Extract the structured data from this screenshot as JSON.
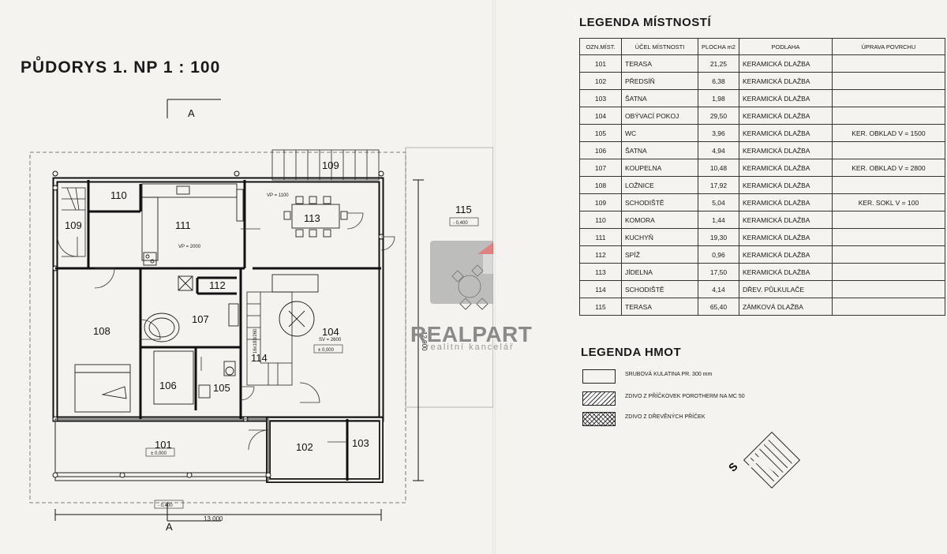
{
  "plan": {
    "title": "PŮDORYS  1. NP   1 : 100",
    "section_label": "A",
    "dimension_width": "13 000",
    "dimension_height": "12 900",
    "notes": {
      "vp_1100": "VP = 1100",
      "vp_2000": "VP = 2000",
      "sv_2600": "SV = 2600",
      "level_0": "± 0,000",
      "level_minus_400": "- 0,400",
      "stair": "16x183/260"
    },
    "rooms": {
      "r101": "101",
      "r102": "102",
      "r103": "103",
      "r104": "104",
      "r105": "105",
      "r106": "106",
      "r107": "107",
      "r108": "108",
      "r109": "109",
      "r109b": "109",
      "r110": "110",
      "r111": "111",
      "r112": "112",
      "r113": "113",
      "r114": "114",
      "r115": "115"
    },
    "compass": "S"
  },
  "watermark": {
    "brand": "REALPART",
    "tagline": "realitní kancelář"
  },
  "room_legend": {
    "title": "LEGENDA MÍSTNOSTÍ",
    "headers": [
      "OZN.MÍST.",
      "ÚČEL MÍSTNOSTI",
      "PLOCHA m2",
      "PODLAHA",
      "ÚPRAVA POVRCHU"
    ],
    "rows": [
      [
        "101",
        "TERASA",
        "21,25",
        "KERAMICKÁ DLAŽBA",
        ""
      ],
      [
        "102",
        "PŘEDSÍŇ",
        "6,38",
        "KERAMICKÁ DLAŽBA",
        ""
      ],
      [
        "103",
        "ŠATNA",
        "1,98",
        "KERAMICKÁ DLAŽBA",
        ""
      ],
      [
        "104",
        "OBÝVACÍ POKOJ",
        "29,50",
        "KERAMICKÁ DLAŽBA",
        ""
      ],
      [
        "105",
        "WC",
        "3,96",
        "KERAMICKÁ DLAŽBA",
        "KER. OBKLAD V = 1500"
      ],
      [
        "106",
        "ŠATNA",
        "4,94",
        "KERAMICKÁ DLAŽBA",
        ""
      ],
      [
        "107",
        "KOUPELNA",
        "10,48",
        "KERAMICKÁ DLAŽBA",
        "KER. OBKLAD V = 2800"
      ],
      [
        "108",
        "LOŽNICE",
        "17,92",
        "KERAMICKÁ DLAŽBA",
        ""
      ],
      [
        "109",
        "SCHODIŠTĚ",
        "5,04",
        "KERAMICKÁ DLAŽBA",
        "KER. SOKL V = 100"
      ],
      [
        "110",
        "KOMORA",
        "1,44",
        "KERAMICKÁ DLAŽBA",
        ""
      ],
      [
        "111",
        "KUCHYŇ",
        "19,30",
        "KERAMICKÁ DLAŽBA",
        ""
      ],
      [
        "112",
        "SPÍŽ",
        "0,96",
        "KERAMICKÁ DLAŽBA",
        ""
      ],
      [
        "113",
        "JÍDELNA",
        "17,50",
        "KERAMICKÁ DLAŽBA",
        ""
      ],
      [
        "114",
        "SCHODIŠTĚ",
        "4,14",
        "DŘEV. PŮLKULAČE",
        ""
      ],
      [
        "115",
        "TERASA",
        "65,40",
        "ZÁMKOVÁ DLAŽBA",
        ""
      ]
    ]
  },
  "material_legend": {
    "title": "LEGENDA  HMOT",
    "items": [
      {
        "label": "SRUBOVÁ KULATINA PR. 300 mm"
      },
      {
        "label": "ZDIVO Z PŘÍČKOVEK POROTHERM NA MC 50"
      },
      {
        "label": "ZDIVO Z DŘEVĚNÝCH PŘÍČEK"
      }
    ]
  }
}
